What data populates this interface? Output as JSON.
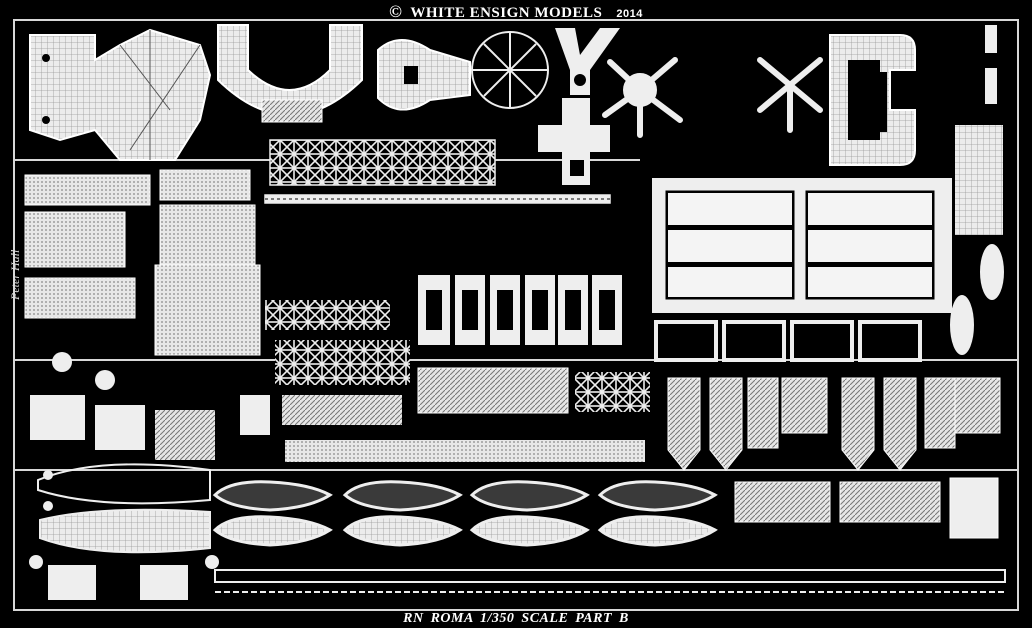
{
  "header": {
    "copyright_symbol": "©",
    "maker": "WHITE ENSIGN MODELS",
    "year": "2014"
  },
  "footer": {
    "product": "RN ROMA",
    "scale": "1/350 SCALE",
    "part": "PART B"
  },
  "signature": "Peter Hall",
  "colors": {
    "background": "#000000",
    "metal": "#f2f2f2",
    "metal_shade": "#bdbdbd",
    "etched_dark": "#3a3a3a"
  }
}
